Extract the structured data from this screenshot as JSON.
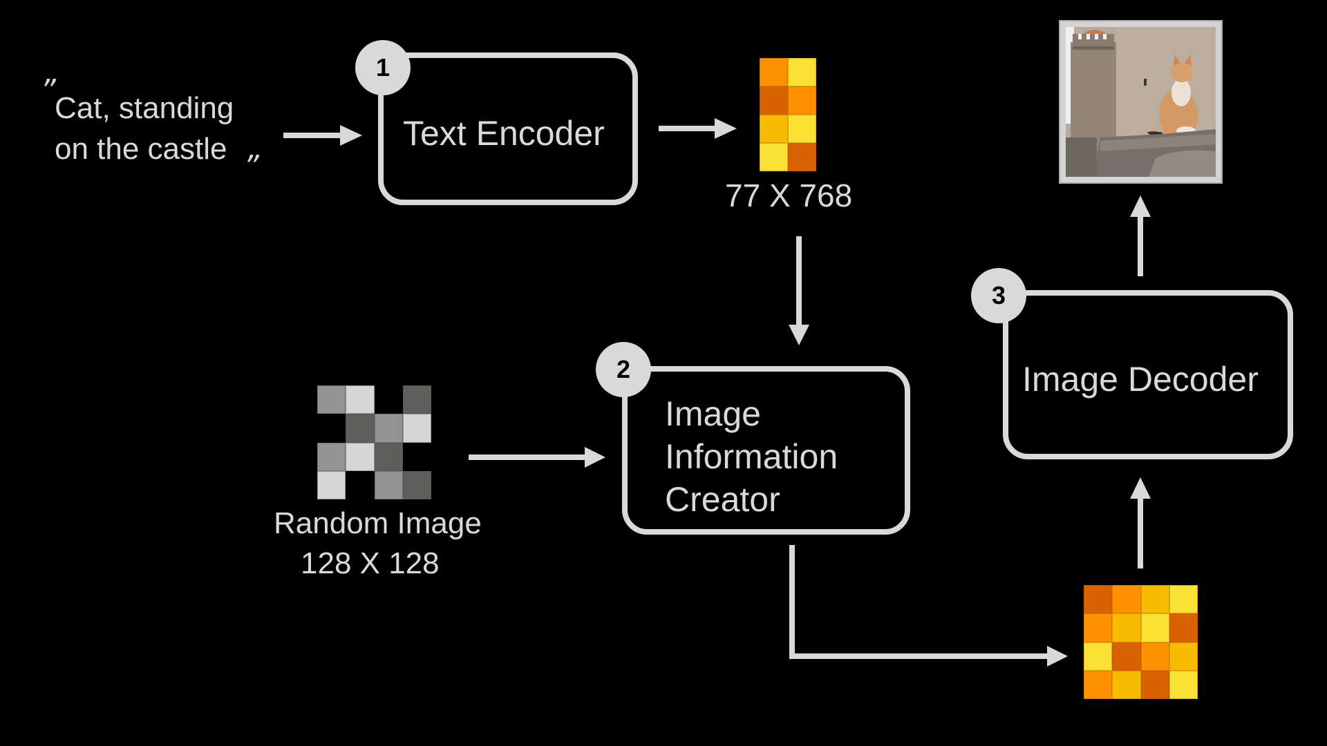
{
  "prompt": {
    "open_quote": "”",
    "line1": "Cat, standing",
    "line2": "on the castle",
    "close_quote": "”"
  },
  "steps": [
    {
      "number": "1",
      "label_lines": [
        "Text Encoder"
      ]
    },
    {
      "number": "2",
      "label_lines": [
        "Image",
        "Information",
        "Creator"
      ]
    },
    {
      "number": "3",
      "label_lines": [
        "Image Decoder"
      ]
    }
  ],
  "text_embedding": {
    "label": "77 X 768",
    "rows": 4,
    "cols": 2,
    "cells": [
      "orange",
      "yellow",
      "dark-orange",
      "orange",
      "amber",
      "yellow",
      "yellow",
      "dark-orange"
    ]
  },
  "random_image": {
    "label_line1": "Random Image",
    "label_line2": "128 X 128",
    "rows": 4,
    "cols": 4,
    "cells": [
      "mid",
      "light",
      "empty",
      "dark",
      "empty",
      "dark",
      "mid",
      "light",
      "mid",
      "light",
      "dark",
      "empty",
      "light",
      "empty",
      "mid",
      "dark"
    ]
  },
  "latent": {
    "rows": 4,
    "cols": 4,
    "cells": [
      "dark-orange",
      "orange",
      "amber",
      "yellow",
      "orange",
      "amber",
      "yellow",
      "dark-orange",
      "yellow",
      "dark-orange",
      "orange",
      "amber",
      "orange",
      "amber",
      "dark-orange",
      "yellow"
    ]
  },
  "output_image": {
    "description": "orange cat sitting on a stone wall in front of a castle tower"
  },
  "palette": {
    "dark-orange": "#d86100",
    "orange": "#fe9100",
    "amber": "#f9bb00",
    "yellow": "#fbe134",
    "light": "#d6d6d6",
    "mid": "#939393",
    "dark": "#5e5e5c",
    "empty": "#000000",
    "stroke": "#d9d9d9",
    "background": "#000000"
  }
}
